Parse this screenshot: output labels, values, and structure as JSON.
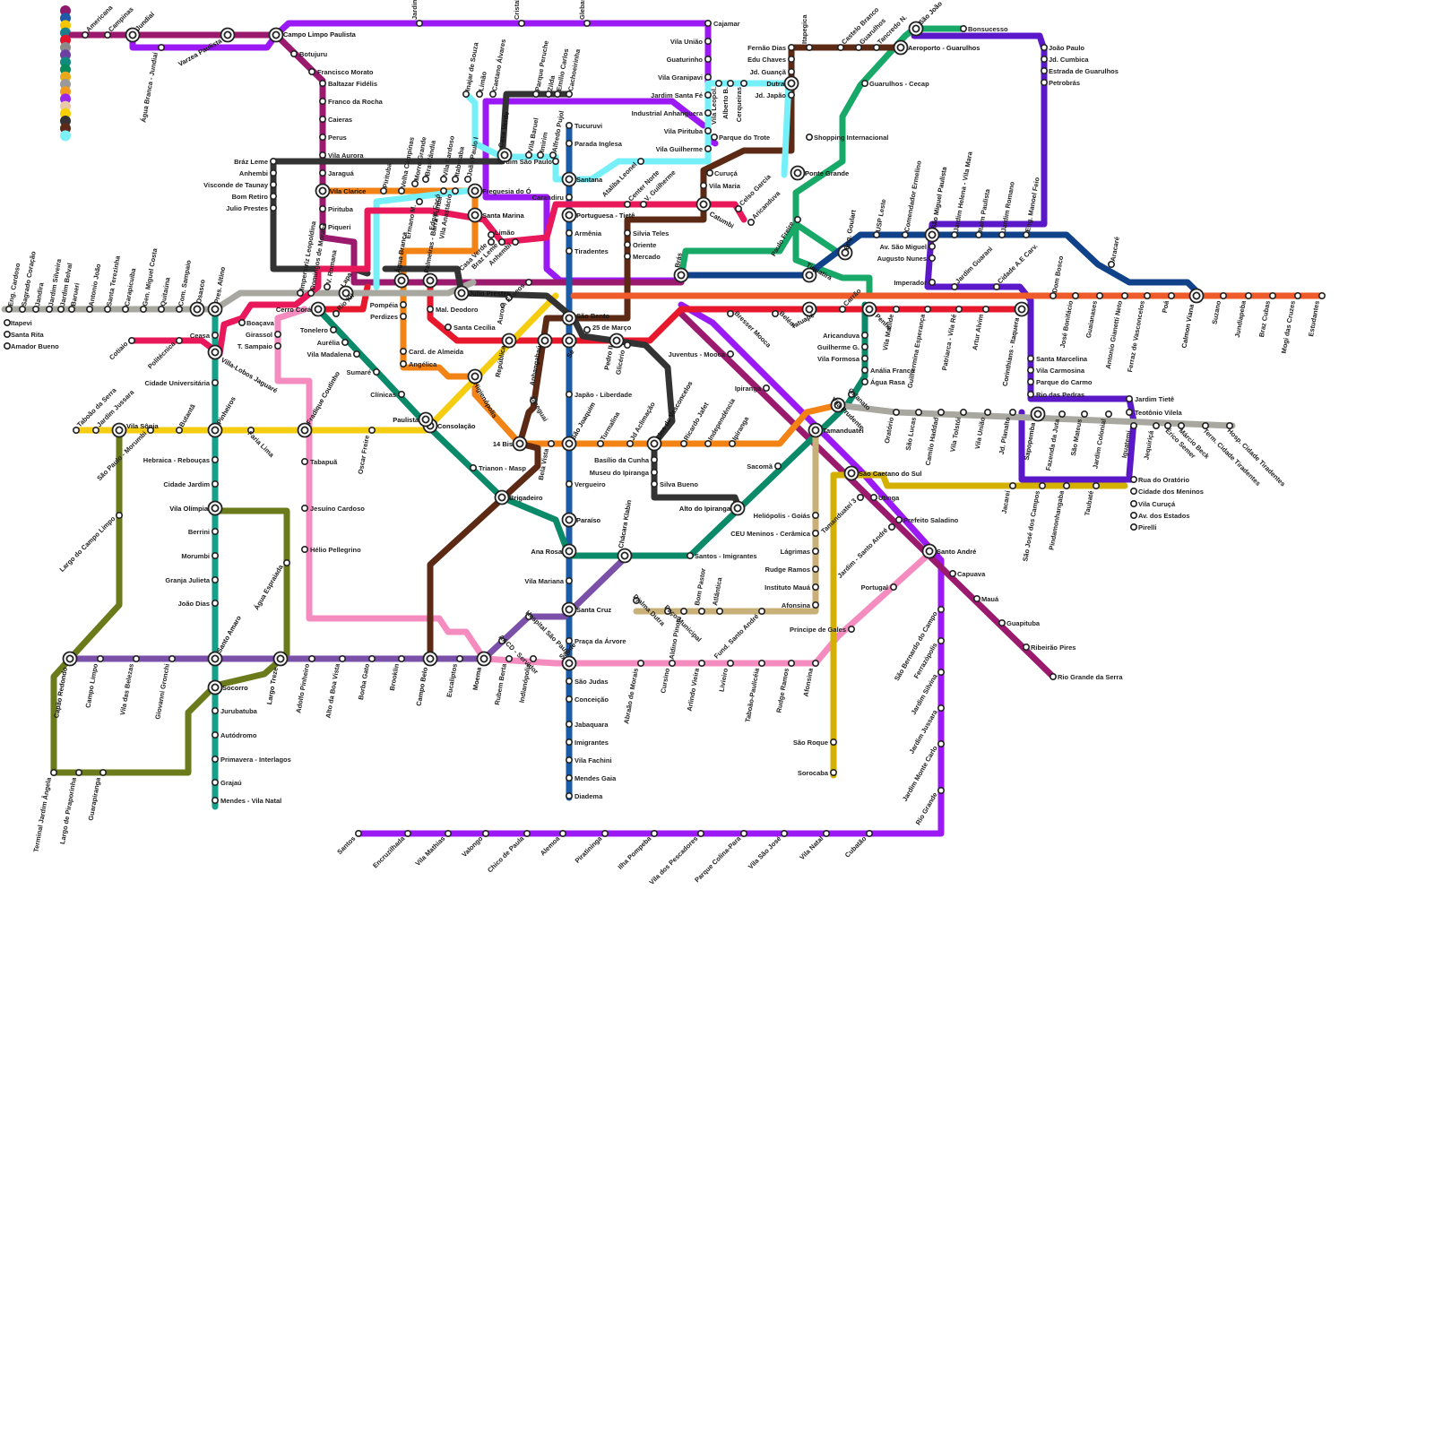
{
  "legend_colors": [
    "#8e1a6b",
    "#1e5aa8",
    "#f7c600",
    "#1a7f8a",
    "#e2152b",
    "#8b8b8b",
    "#6e3fa3",
    "#118b7e",
    "#0a8a5a",
    "#e8a91b",
    "#9a9a9a",
    "#f39b1f",
    "#9b25e8",
    "#e8c9a8",
    "#f7d000",
    "#333333",
    "#5d2a1a",
    "#7cf0f5"
  ],
  "lines": [
    {
      "name": "purple-top",
      "color": "#9b19f5"
    },
    {
      "name": "magenta",
      "color": "#9b1a6e"
    },
    {
      "name": "blue",
      "color": "#1a5ca8"
    },
    {
      "name": "teal",
      "color": "#15a08a"
    },
    {
      "name": "red",
      "color": "#e8182c"
    },
    {
      "name": "orange",
      "color": "#f28314"
    },
    {
      "name": "grey",
      "color": "#a8a8a0"
    },
    {
      "name": "darkgreen",
      "color": "#0a8a68"
    },
    {
      "name": "green",
      "color": "#18a868"
    },
    {
      "name": "pink",
      "color": "#f58cc0"
    },
    {
      "name": "yellow",
      "color": "#f5cd10"
    },
    {
      "name": "olive",
      "color": "#6b7a1a"
    },
    {
      "name": "lilac",
      "color": "#7a50a8"
    },
    {
      "name": "brown",
      "color": "#5c2a14"
    },
    {
      "name": "black",
      "color": "#333333"
    },
    {
      "name": "cyan",
      "color": "#76f0f8"
    },
    {
      "name": "indigo",
      "color": "#5a18c8"
    },
    {
      "name": "navy",
      "color": "#10428a"
    },
    {
      "name": "redorange",
      "color": "#ef5a2a"
    },
    {
      "name": "gold",
      "color": "#d4b000"
    },
    {
      "name": "tan",
      "color": "#c8b078"
    },
    {
      "name": "crimson",
      "color": "#e8185a"
    }
  ],
  "stations": {
    "americana": "Americana",
    "campinas": "Campinas",
    "jundiai": "Jundiaí",
    "agua_branca_jundiai": "Água Branca - Jundiaí",
    "varzea_paulista": "Varzea Paulista",
    "campo_limpo_paulista": "Campo Limpo Paulista",
    "botujuru": "Botujuru",
    "francisco_morato": "Francisco Morato",
    "baltazar_fidelis": "Baltazar Fidélis",
    "franco_da_rocha": "Franco da Rocha",
    "caieras": "Caieras",
    "perus": "Perus",
    "vila_aurora": "Vila Aurora",
    "jaragua": "Jaraguá",
    "vila_clarice": "Vila Clarice",
    "pirituba": "Pirituba",
    "piqueri": "Piqueri",
    "jardim_vista_alegre": "Jardim Vista Alegre",
    "cristal": "Cristal",
    "glebas": "Glebas",
    "cajamar": "Cajamar",
    "vila_uniao": "Vila União",
    "guaturinho": "Guaturinho",
    "vila_granipavi": "Vila Granipavi",
    "jardim_santa_fe": "Jardim Santa Fé",
    "industrial_anhanguera": "Industrial Anhanguera",
    "vila_pirituba": "Vila Pirituba",
    "vila_guilherme": "Vila Guilherme",
    "vila_leopoldina_c": "Vila Leopol.",
    "alberto_b": "Alberto B.",
    "cerqueiras": "Cerqueiras",
    "dutra": "Dutra",
    "jd_japao": "Jd. Japão",
    "jd_guanca": "Jd. Guançã",
    "edu_chaves": "Edu Chaves",
    "fernao_dias": "Fernão Dias",
    "itapegica": "Itapegica",
    "castelo_branco": "Castelo Branco",
    "guarulhos": "Guarulhos",
    "tancredo_n": "Tancredo N.",
    "sao_joao": "São João",
    "bonsucesso": "Bonsucesso",
    "aeroporto_guarulhos": "Aeroporto - Guarulhos",
    "guarulhos_cecap": "Guarulhos - Cecap",
    "joao_paulo": "João Paulo",
    "jd_cumbica": "Jd. Cumbica",
    "estrada_guarulhos": "Estrada de Guarulhos",
    "petrobras": "Petrobrás",
    "shopping_internacional": "Shopping Internacional",
    "ponte_grande": "Ponte Grande",
    "parque_do_trote": "Parque do Trote",
    "curuca": "Curuçá",
    "vila_maria": "Vila Maria",
    "catumbi": "Catumbi",
    "celso_garcia": "Celso Garcia",
    "aricanduva_n": "Aricanduva",
    "paulo_freire": "Paulo Freire",
    "tiquatira": "Tiquatira",
    "eng_goulart": "Eng. Goulart",
    "usp_leste": "USP Leste",
    "comendador_ermelino": "Comendador Ermelino",
    "sao_miguel_paulista": "São Miguel Paulista",
    "jardim_helena": "Jardim Helena - Vila Mara",
    "itaim_paulista": "Itaim Paulista",
    "jardim_romano": "Jardim Romano",
    "eng_manoel_feio": "Eng. Manoel Feio",
    "aracare": "Aracaré",
    "av_sao_miguel": "Av. São Miguel",
    "augusto_nunes": "Augusto Nunes",
    "imperador": "Imperador",
    "jardim_guarani": "Jardim Guarani",
    "cidade_ae_carv": "Cidade A.E Carv.",
    "dom_bosco": "Dom Bosco",
    "jose_bonifacio": "José Bonifácio",
    "guaianases": "Guaianases",
    "antonio_gianetti": "Antonio Gianetti Neto",
    "ferraz": "Ferraz de Vasconcelos",
    "poa": "Poá",
    "calmon_viana": "Calmon Viana",
    "suzano": "Suzano",
    "jundiapeba": "Jundiapeba",
    "braz_cubas": "Braz Cubas",
    "mogi": "Mogi das Cruzes",
    "estudantes": "Estudantes",
    "braz_leme": "Bráz Leme",
    "anhembi": "Anhembi",
    "visconde": "Visconde de Taunay",
    "bom_retiro": "Bom Retiro",
    "julio_prestes_b": "Julio Prestes",
    "pirituba2": "Pirituba",
    "vila_campinas": "Velha Campinas",
    "morro_grande": "Morro Grande",
    "brasilandia": "Brasilândia",
    "vila_cardoso": "Vila Cardoso",
    "itaberaba": "Itaberaba",
    "joao_paulo_i": "João Paulo I",
    "freguesia": "Freguesia do Ó",
    "santa_marina": "Santa Marina",
    "limao": "Limão",
    "casa_verde_b": "Casa Verde",
    "braz_leme_b": "Braz Leme",
    "anhembi_b": "Anhembi",
    "c_eliseos": "C. Elíseos",
    "tucuruvi": "Tucuruvi",
    "parada_inglesa": "Parada Inglesa",
    "jardim_sao_paulo": "Jardim São Paulo",
    "santana": "Santana",
    "carandiru": "Carandiru",
    "portuguesa_tiete": "Portuguesa - Tietê",
    "armenia": "Armênia",
    "tiradentes": "Tiradentes",
    "sao_bento": "São Bento",
    "se": "Sé",
    "japao_liberdade": "Japão - Liberdade",
    "sao_joaquim": "São Joaquim",
    "vergueiro": "Vergueiro",
    "paraiso": "Paraíso",
    "ana_rosa": "Ana Rosa",
    "vila_mariana": "Vila Mariana",
    "santa_cruz": "Santa Cruz",
    "praca_arvore": "Praça da Árvore",
    "saude": "Saúde",
    "sao_judas": "São Judas",
    "conceicao": "Conceição",
    "jabaquara": "Jabaquara",
    "imigrantes": "Imigrantes",
    "vila_fachini": "Vila Fachini",
    "mendes_gaia": "Mendes Gaia",
    "diadema": "Diadema",
    "inajar": "Inajar de Souza",
    "limao2": "Limão",
    "caetano_alvares": "Caetano Álvares",
    "casa_verde": "Casa Verde",
    "vila_baruel": "Vila Baruel",
    "imirim": "Imirim",
    "alfredo_pujol": "Alfredo Pujol",
    "parque_peruche": "Parque Peruche",
    "zilda": "Zilda",
    "emilio_carlos": "Emílio Carlos",
    "cachoeirinha": "Cachoeirinha",
    "ataliba": "Ataliba Leonel",
    "center_norte": "Center Norte",
    "v_guilherme": "V. Guilherme",
    "silvia_teles": "Silvia Teles",
    "oriente": "Oriente",
    "mercado": "Mercado",
    "bras": "Brás",
    "pedro_ii": "Pedro II",
    "25_marco": "25 de Março",
    "gliceria": "Glicério",
    "bresser": "Bresser Mooca",
    "belem": "Belém",
    "tatuape": "Tatuapé",
    "carrao": "Carrão",
    "penha": "Penha",
    "vila_matilde": "Vila Matilde",
    "guilhermina": "Guilhermina Esperança",
    "patriarca": "Patriarca - Vila Ré",
    "artur_alvim": "Artur Alvim",
    "corinthians": "Corinthians - Itaquera",
    "juventus": "Juventus - Mooca",
    "ipiranga": "Ipiranga",
    "vila_prudente": "Vila Prudente",
    "oratorio": "Oratório",
    "sao_lucas": "São Lucas",
    "camilo_haddad": "Camilo Haddad",
    "vila_tolstoi": "Vila Tolstói",
    "vila_uniao2": "Vila União",
    "jd_planalto": "Jd. Planalto",
    "sapopemba": "Sapopemba",
    "fazenda_juta": "Fazenda da Juta",
    "sao_mateus": "São Mateus",
    "jardim_colonial": "Jardim Colonial",
    "iguatemi": "Iguatemi",
    "jequiriti": "Jequiriçá",
    "erico_semer": "Érico Semer",
    "marcio_beck": "Márcio Beck",
    "term_cidade_tiradentes": "Term. Cidade Tiradentes",
    "hosp_cidade_tiradentes": "Hosp. Cidade Tiradentes",
    "santa_marcelina": "Santa Marcelina",
    "vila_carmosina": "Vila Carmosina",
    "parque_carmo": "Parque do Carmo",
    "rio_pedras": "Rio das Pedras",
    "jardim_tiete": "Jardim Tietê",
    "teotonio_vilela": "Teotônio Vilela",
    "aricanduva": "Aricanduva",
    "guilherme_g": "Guilherme G.",
    "vila_formosa": "Vila Formosa",
    "analia_franco": "Anália Franco",
    "agua_rasa": "Água Rasa",
    "orfanato": "Orfanato",
    "tamanduatei": "Tamanduateí",
    "sacoma": "Sacomã",
    "alto_ipiranga": "Alto do Ipiranga",
    "silva_bueno": "Silva Bueno",
    "museu_ipiranga": "Museu do Ipiranga",
    "basilio_cunha": "Basílio da Cunha",
    "lins_vasconcelos": "Lins de Vasconcelos",
    "ricardo_jafet": "Ricardo Jafet",
    "independencia": "Independência",
    "ipiranga2": "Ipiranga",
    "aclimacao": "Jd Aclimação",
    "turmalina": "Turmalina",
    "14_bis": "14 Bis",
    "bela_vista": "Bela Vista",
    "trianon": "Trianon - Masp",
    "brigadeiro": "Brigadeiro",
    "consolacao": "Consolação",
    "paulista": "Paulista",
    "clinicas": "Clínicas",
    "sumare": "Sumaré",
    "vila_madalena": "Vila Madalena",
    "aurelia": "Aurélia",
    "tonelero": "Tonelero",
    "cerro_cora": "Cerro Corá",
    "rio_xii": "Rio XII",
    "lapa": "Lapa",
    "v_romana": "V. Romana",
    "domingos": "Domingos de Moraes",
    "imperatriz": "Imperatriz Leopoldina",
    "agua_branca": "Água Branca",
    "palmeiras": "Palmeiras - Barra Funda",
    "julio_prestes": "Julio Prestes",
    "mal_deodoro": "Mal. Deodoro",
    "santa_cecilia": "Santa Cecília",
    "republica": "República",
    "aurora": "Aurora",
    "anhangabau": "Anhangabaú",
    "jacegua": "Jaceguai",
    "higienopolis": "Higienópolis",
    "card_arcoverde": "Card. de Almeida",
    "angelica": "Angélica",
    "pompeia": "Pompéia",
    "perdizes": "Perdizes",
    "emiliano": "Ermano M.",
    "edgar_facco": "Edgar Facó",
    "vila_anastacio": "Vila Anastácio",
    "eng_cardoso": "Eng. Cardoso",
    "sagrado": "Sagrado Coração",
    "jandira": "Jandira",
    "jardim_silveira": "Jardim Silveira",
    "jardim_belval": "Jardim Belval",
    "barueri": "Barueri",
    "antonio_joao": "Antonio João",
    "santa_terezinha": "Santa Terezinha",
    "carapicuiba": "Carapicuíba",
    "gen_miguel": "Gen. Miguel Costa",
    "quitauna": "Quitaúna",
    "com_sampaio": "Com. Sampaio",
    "osasco": "Osasco",
    "pres_altino": "Pres. Altino",
    "itapevi": "Itapevi",
    "santa_rita": "Santa Rita",
    "amador_bueno": "Amador Bueno",
    "boacava": "Boaçava",
    "girassol": "Girassol",
    "t_sampaio": "T. Sampaio",
    "ceasa": "Ceasa",
    "villa_lobos": "Villa-Lobos Jaguaré",
    "cidade_universitaria": "Cidade Universitária",
    "pinheiros": "Pinheiros",
    "hebraica": "Hebraica - Rebouças",
    "cidade_jardim": "Cidade Jardim",
    "vila_olimpia": "Vila Olímpia",
    "berrini": "Berrini",
    "morumbi": "Morumbi",
    "granja_julieta": "Granja Julieta",
    "joao_dias": "João Dias",
    "santo_amaro": "Santo Amaro",
    "socorro": "Socorro",
    "jurubatuba": "Jurubatuba",
    "autodromo": "Autódromo",
    "primavera": "Primavera - Interlagos",
    "grajau": "Grajaú",
    "mendes_vila_natal": "Mendes - Vila Natal",
    "cotiaio": "Cotiaio",
    "politecnica": "Politécnica",
    "taboao": "Taboão da Serra",
    "jardim_jussara": "Jardim Jussara",
    "vila_sonia": "Vila Sônia",
    "sao_paulo_morumbi": "São Paulo - Morumbi",
    "butanta": "Butantã",
    "faria_lima": "Faria Lima",
    "fradique": "Fradique Coutinho",
    "oscar_freire": "Oscar Freire",
    "tabapua": "Tabapuã",
    "jesuino": "Jesuíno Cardoso",
    "helio_pellegrino": "Hélio Pellegrino",
    "largo_campo_limpo": "Largo do Campo Limpo",
    "agua_espraiada": "Água Espraiada",
    "capao_redondo": "Capão Redondo",
    "campo_limpo": "Campo Limpo",
    "vila_belezas": "Vila das Belezas",
    "giovanni": "Giovanni Gronchi",
    "largo_treze": "Largo Treze",
    "adolfo_pinheiro": "Adolfo Pinheiro",
    "alto_boa_vista": "Alto da Boa Vista",
    "borba_gato": "Borba Gato",
    "brooklin": "Brooklin",
    "campo_belo": "Campo Belo",
    "eucaliptos": "Eucaliptos",
    "moema": "Moema",
    "aacd": "AACD - Servidor",
    "hospital_sp": "Hospital São Paulo",
    "rubem_berta": "Rubem Berta",
    "indianopolis": "Indianópolis",
    "terminal_jd_angela": "Terminal Jardim Ângela",
    "largo_piraporinha": "Largo de Piraporinha",
    "guarapiranga": "Guarapiranga",
    "chacara_klabin": "Chácara Klabin",
    "santos_imigrantes": "Santos - Imigrantes",
    "djalma": "Djalma Dutra",
    "paco_municipal": "Paço Municipal",
    "aldino": "Aldino Pinotti",
    "bom_pastor": "Bom Pastor",
    "atlantica": "Atlântica",
    "fund_santo_andre": "Fund. Santo André",
    "abraao": "Abraão de Morais",
    "cursino": "Cursino",
    "arlindo": "Arlindo Vieira",
    "livieiro": "Livieiro",
    "taboao_paulicea": "Taboão-Paulicéia",
    "rudge_ramos_b": "Rudge Ramos",
    "afonsina_b": "Afonsina",
    "principe_gales": "Príncipe de Gales",
    "heliopolis": "Heliópolis - Goiás",
    "ceu_meninos": "CEU Meninos - Cerâmica",
    "lagrimas": "Lágrimas",
    "rudge_ramos": "Rudge Ramos",
    "instituto_maua": "Instituto Mauá",
    "afonsina": "Afonsina",
    "sao_caetano": "São Caetano do Sul",
    "utinga": "Utinga",
    "tamanduatei3": "Tamanduateí 3",
    "prefeito_saladino": "Prefeito Saladino",
    "jardim_santo_andre": "Jardim - Santo André",
    "santo_andre": "Santo André",
    "capuava": "Capuava",
    "maua": "Mauá",
    "guapituba": "Guapituba",
    "ribeirao_pires": "Ribeirão Pires",
    "rio_grande_serra": "Rio Grande da Serra",
    "portugal": "Portugal",
    "sao_bernardo": "São Bernardo do Campo",
    "ferrazopolis": "Ferrazópolis",
    "jardim_silvina": "Jardim Silvina",
    "jardim_jussara2": "Jardim Jussara",
    "jd_monte_carlo": "Jardim Monte Carlo",
    "rio_grande": "Rio Grande",
    "sao_roque": "São Roque",
    "sorocaba": "Sorocaba",
    "jacarei": "Jacareí",
    "sao_jose_campos": "São José dos Campos",
    "pindamonhangaba": "Pindamonhangaba",
    "taubate": "Taubaté",
    "rua_oratorio": "Rua do Oratório",
    "cidade_meninos": "Cidade dos Meninos",
    "vila_curuca": "Vila Curuçá",
    "av_estados": "Av. dos Estados",
    "pirelli": "Pirelli",
    "santos": "Santos",
    "encruzilhada": "Encruzilhada",
    "vila_mathias": "Vila Mathias",
    "valongo": "Valongo",
    "chico_paula": "Chico de Paula",
    "alemoa": "Alemoa",
    "piratininga": "Piratininga",
    "ilha_pompeba": "Ilha Pompeba",
    "vila_pescadores": "Vila dos Pescadores",
    "parque_colina": "Parque Colina-Para",
    "vila_sao_jose": "Vila São José",
    "vila_natal": "Vila Natal",
    "cubatao": "Cubatão"
  }
}
